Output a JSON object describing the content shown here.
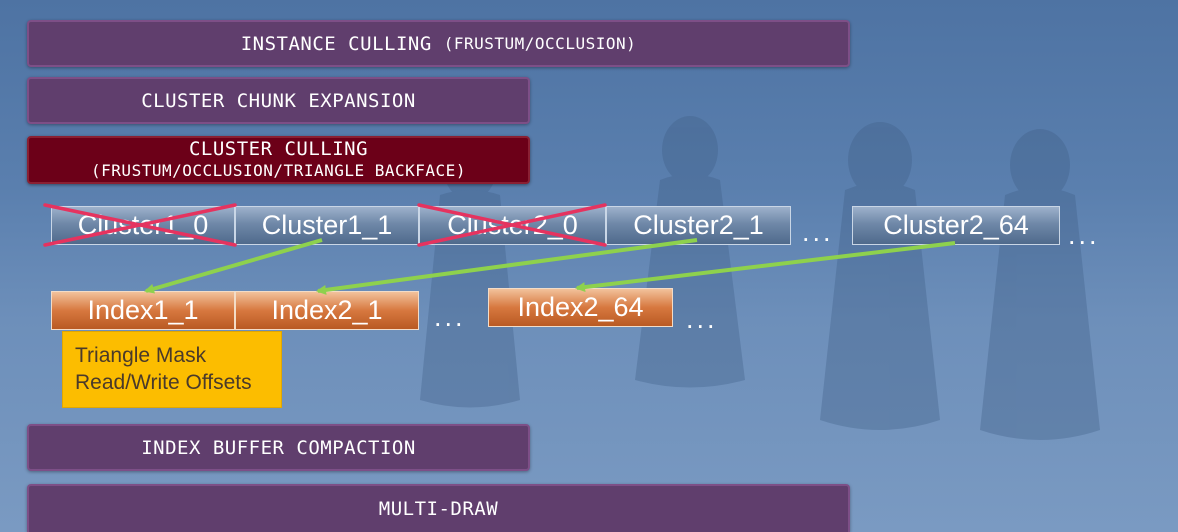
{
  "stages": {
    "instance_culling": {
      "title": "INSTANCE CULLING",
      "subtitle": "(FRUSTUM/OCCLUSION)"
    },
    "cluster_chunk_expansion": {
      "title": "CLUSTER CHUNK EXPANSION"
    },
    "cluster_culling": {
      "title": "CLUSTER CULLING",
      "subtitle": "(FRUSTUM/OCCLUSION/TRIANGLE BACKFACE)"
    },
    "index_buffer_compaction": {
      "title": "INDEX BUFFER COMPACTION"
    },
    "multi_draw": {
      "title": "MULTI-DRAW"
    }
  },
  "clusters": [
    {
      "label": "Cluster1_0",
      "culled": true
    },
    {
      "label": "Cluster1_1",
      "culled": false
    },
    {
      "label": "Cluster2_0",
      "culled": true
    },
    {
      "label": "Cluster2_1",
      "culled": false
    },
    {
      "label": "Cluster2_64",
      "culled": false
    }
  ],
  "indices": [
    {
      "label": "Index1_1"
    },
    {
      "label": "Index2_1"
    },
    {
      "label": "Index2_64"
    }
  ],
  "ellipsis": "...",
  "note": {
    "line1": "Triangle Mask",
    "line2": "Read/Write Offsets"
  },
  "colors": {
    "stage": "#603e6d",
    "culling_stage": "#6c0018",
    "cluster": "#6f88a8",
    "index": "#d7783f",
    "note": "#fcbd00",
    "arrow": "#8ed14d",
    "cross": "#e5335f"
  }
}
